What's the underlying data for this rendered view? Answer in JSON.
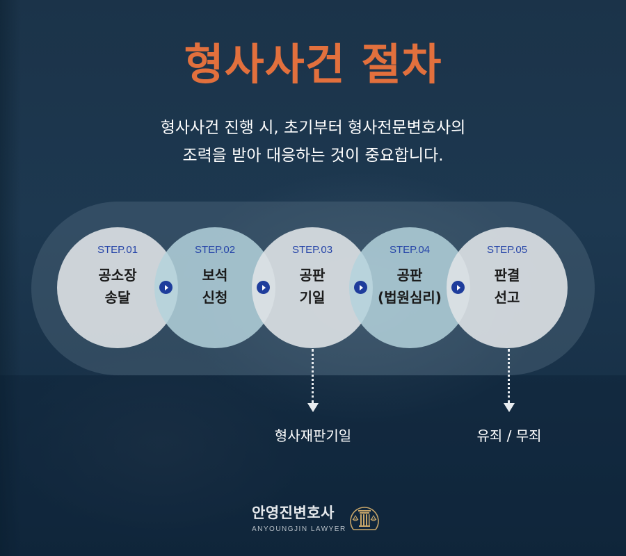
{
  "header": {
    "title": "형사사건 절차",
    "subtitle_line1": "형사사건 진행 시, 초기부터 형사전문변호사의",
    "subtitle_line2": "조력을 받아 대응하는 것이 중요합니다."
  },
  "steps": [
    {
      "label": "STEP.01",
      "line1": "공소장",
      "line2": "송달"
    },
    {
      "label": "STEP.02",
      "line1": "보석",
      "line2": "신청"
    },
    {
      "label": "STEP.03",
      "line1": "공판",
      "line2": "기일"
    },
    {
      "label": "STEP.04",
      "line1": "공판",
      "line2": "(법원심리)"
    },
    {
      "label": "STEP.05",
      "line1": "판결",
      "line2": "선고"
    }
  ],
  "outcomes": {
    "step3": "형사재판기일",
    "step5": "유죄 / 무죄"
  },
  "brand": {
    "name_ko": "안영진변호사",
    "name_en": "ANYOUNGJIN LAWYER"
  },
  "colors": {
    "background": "#1b3349",
    "title": "#e2703d",
    "step_label": "#2544a8",
    "arrow": "#1e3d9c",
    "gold": "#c9a76a"
  }
}
